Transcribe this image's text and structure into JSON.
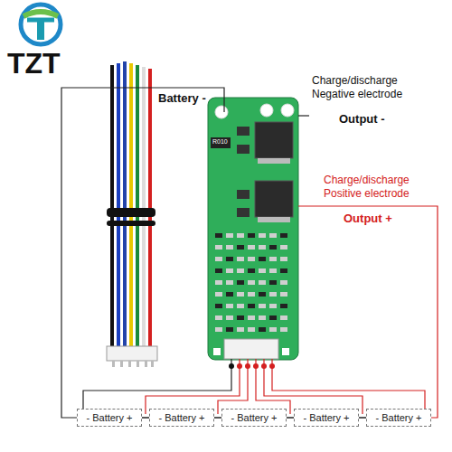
{
  "diagram": {
    "nodes": [
      {
        "text": [
          "- Battery +"
        ]
      },
      {
        "text": [
          "- Battery +"
        ]
      },
      {
        "text": [
          "- Battery +"
        ]
      },
      {
        "text": [
          "- Battery +"
        ]
      },
      {
        "text": [
          "- Battery +"
        ]
      }
    ],
    "edges": [
      {
        "from": 0,
        "to": 1,
        "arrow": "none"
      },
      {
        "from": 1,
        "to": 2,
        "arrow": "none"
      },
      {
        "from": 2,
        "to": 3,
        "arrow": "none"
      },
      {
        "from": 3,
        "to": 4,
        "arrow": "none"
      }
    ],
    "labels": [
      "TZT",
      "Battery -",
      "Charge/discharge Negative electrode",
      "Output -",
      "Charge/discharge Positive electrode",
      "Output +",
      "R010"
    ]
  }
}
